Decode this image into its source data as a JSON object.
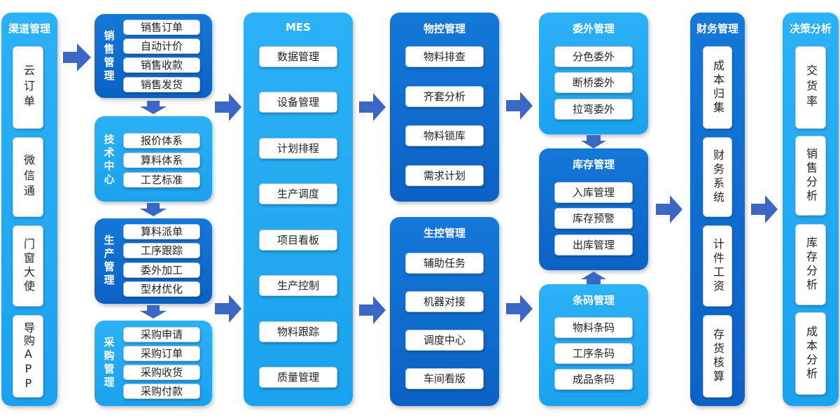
{
  "colors": {
    "light_panel": "#1aa2ee",
    "dark_panel": "#0b62c4",
    "arrow": "#3a66c4"
  },
  "channel": {
    "title": "渠道管理",
    "items": [
      "云订单",
      "微信通",
      "门窗大使",
      "导购APP"
    ]
  },
  "sales": {
    "title": "销售管理",
    "items": [
      "销售订单",
      "自动计价",
      "销售收款",
      "销售发货"
    ]
  },
  "tech": {
    "title": "技术中心",
    "items": [
      "报价体系",
      "算料体系",
      "工艺标准"
    ]
  },
  "production": {
    "title": "生产管理",
    "items": [
      "算料派单",
      "工序跟踪",
      "委外加工",
      "型材优化"
    ]
  },
  "purchase": {
    "title": "采购管理",
    "items": [
      "采购申请",
      "采购订单",
      "采购收货",
      "采购付款"
    ]
  },
  "mes": {
    "title": "MES",
    "items": [
      "数据管理",
      "设备管理",
      "计划排程",
      "生产调度",
      "项目看板",
      "生产控制",
      "物料跟踪",
      "质量管理"
    ]
  },
  "material_control": {
    "title": "物控管理",
    "items": [
      "物料排查",
      "齐套分析",
      "物料锁库",
      "需求计划"
    ]
  },
  "production_control": {
    "title": "生控管理",
    "items": [
      "辅助任务",
      "机器对接",
      "调度中心",
      "车间看版"
    ]
  },
  "outsourcing": {
    "title": "委外管理",
    "items": [
      "分色委外",
      "断桥委外",
      "拉弯委外"
    ]
  },
  "inventory": {
    "title": "库存管理",
    "items": [
      "入库管理",
      "库存预警",
      "出库管理"
    ]
  },
  "barcode": {
    "title": "条码管理",
    "items": [
      "物料条码",
      "工序条码",
      "成品条码"
    ]
  },
  "finance": {
    "title": "财务管理",
    "items": [
      "成本归集",
      "财务系统",
      "计件工资",
      "存货核算"
    ]
  },
  "decision": {
    "title": "决策分析",
    "items": [
      "交货率",
      "销售分析",
      "库存分析",
      "成本分析"
    ]
  }
}
